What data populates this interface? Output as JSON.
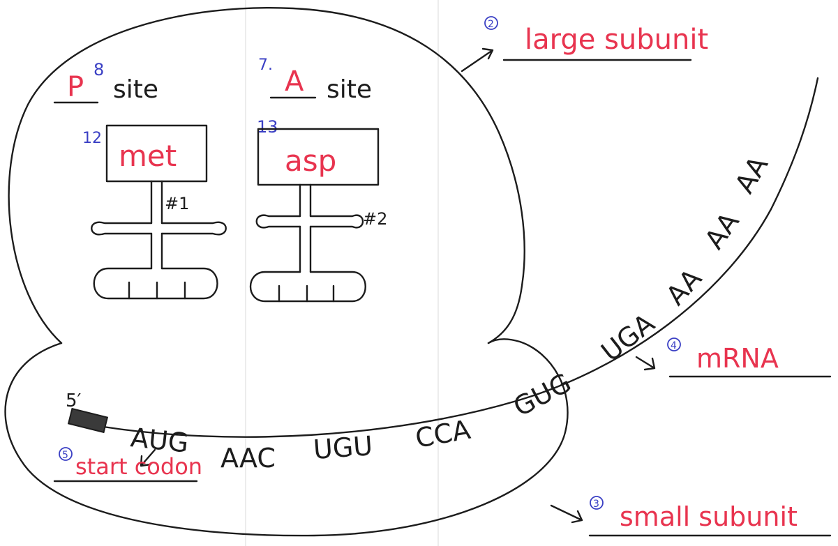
{
  "colors": {
    "ink": "#1c1c1c",
    "answer": "#e8344f",
    "number": "#3a3fc4"
  },
  "labels": {
    "large_subunit": {
      "num": "2",
      "text": "large subunit"
    },
    "small_subunit": {
      "num": "3",
      "text": "small subunit"
    },
    "mrna": {
      "num": "4",
      "text": "mRNA"
    },
    "start_codon": {
      "num": "5",
      "text": "start codon"
    },
    "p_site": {
      "num": "8",
      "answer": "P",
      "word": "site"
    },
    "a_site": {
      "num": "7.",
      "answer": "A",
      "word": "site"
    }
  },
  "trna_left": {
    "num": "12",
    "amino_acid": "met",
    "tag": "#1"
  },
  "trna_right": {
    "num": "13",
    "amino_acid": "asp",
    "tag": "#2"
  },
  "mrna_strand": {
    "five_prime": "5′",
    "codons": [
      "AUG",
      "AAC",
      "UGU",
      "CCA",
      "GUG",
      "UGA",
      "AA",
      "AA",
      "AA"
    ]
  }
}
